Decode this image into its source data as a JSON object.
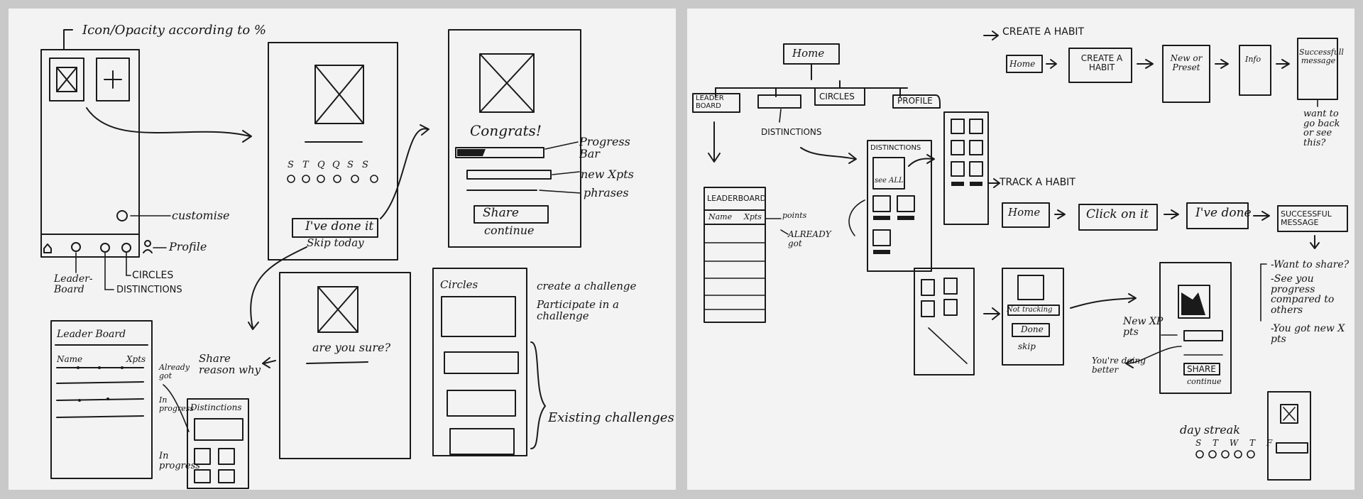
{
  "left": {
    "icon_opacity_note": "Icon/Opacity according to %",
    "customise": "customise",
    "profile": "Profile",
    "leaderboard_tab": "Leader-Board",
    "circles_tab": "CIRCLES",
    "distinctions_tab": "DISTINCTIONS",
    "days": [
      "S",
      "T",
      "Q",
      "Q",
      "S",
      "S"
    ],
    "ive_done_it": "I've done it",
    "skip_today": "Skip today",
    "congrats": "Congrats!",
    "progress_bar": "Progress Bar",
    "new_xpts": "new Xpts",
    "phrases": "phrases",
    "share": "Share",
    "continue": "continue",
    "are_you_sure": "are you sure?",
    "share_reason": "Share reason why",
    "circles_title": "Circles",
    "create_challenge": "create a challenge",
    "participate_challenge": "Participate in a challenge",
    "existing_challenges": "Existing challenges",
    "leaderboard_title": "Leader Board",
    "name_col": "Name",
    "xpts_col": "Xpts",
    "already_got": "Already got",
    "in_progress_note": "In progress",
    "distinctions_title": "Distinctions",
    "in_progress": "In progress"
  },
  "right": {
    "home": "Home",
    "leaderboard": "LEADER BOARD",
    "circles": "CIRCLES",
    "profile": "PROFILE",
    "distinctions": "DISTINCTIONS",
    "leaderboard_title": "LEADERBOARD",
    "name_col": "Name",
    "xpts_col": "Xpts",
    "points": "points",
    "already_got": "ALREADY got",
    "distinctions_title": "DISTINCTIONS",
    "see_all": "see ALL",
    "create_habit_heading": "CREATE A HABIT",
    "flow1": [
      "Home",
      "CREATE A HABIT",
      "New or Preset",
      "Info",
      "Successfull message"
    ],
    "want_go_back": "want to go back or see this?",
    "track_habit_heading": "TRACK A HABIT",
    "flow2": [
      "Home",
      "Click on it",
      "I've done",
      "SUCCESSFUL MESSAGE"
    ],
    "want_share": "-Want to share?",
    "see_progress": "-See you progress compared to others",
    "you_got_xpts": "-You got new X pts",
    "not_tracking": "Not tracking",
    "done": "Done",
    "skip": "skip",
    "new_xp_pts": "New XP pts",
    "doing_better": "You're doing better",
    "share_btn": "SHARE",
    "continue": "continue",
    "day_streak": "day streak",
    "streak_days": "S T W T F"
  }
}
